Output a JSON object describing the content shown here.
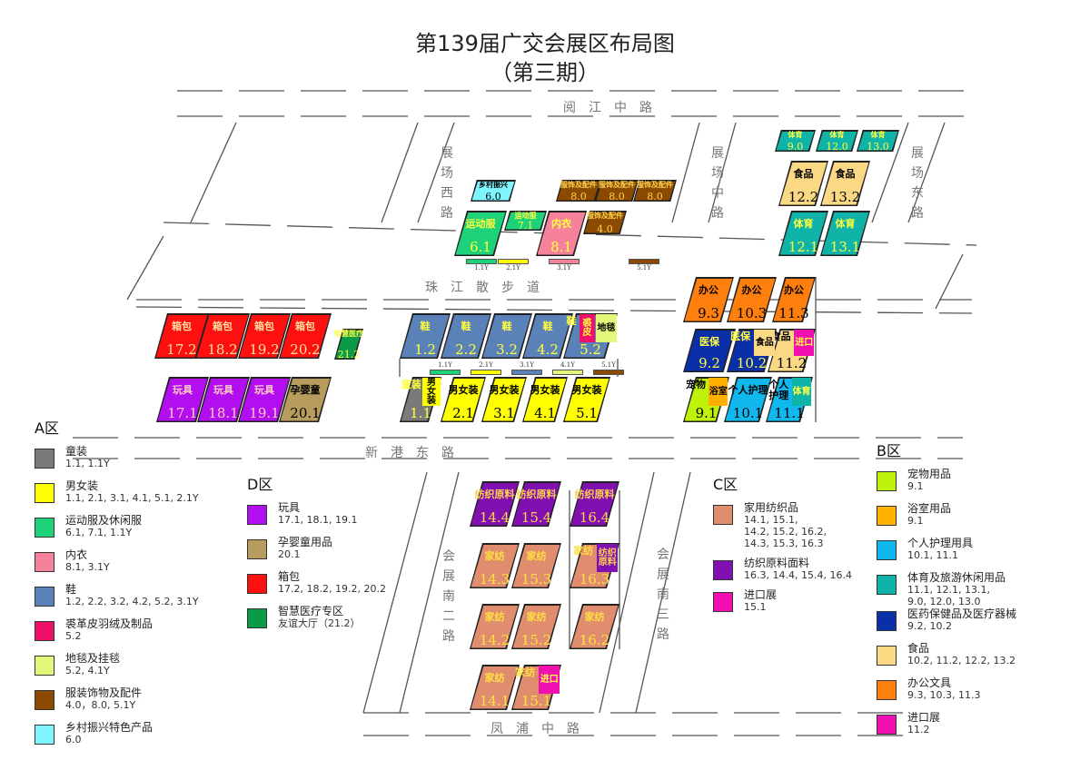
{
  "title": "第139届广交会展区布局图",
  "subtitle": "（第三期）",
  "roads": [
    "阅江中路",
    "展场西路",
    "展场中路",
    "展场东路",
    "珠江散步道",
    "新港东路",
    "会展南二路",
    "会展南三路",
    "凤浦中路"
  ],
  "booths": [
    {
      "id": "6.0",
      "label": "乡村振兴",
      "color": "#7ff5ff",
      "text": "#000"
    },
    {
      "id": "8.0a",
      "num": "8.0",
      "label": "服饰及配件",
      "color": "#8b4a00",
      "text": "#ffd24d"
    },
    {
      "id": "8.0b",
      "num": "8.0",
      "label": "服饰及配件",
      "color": "#8b4a00",
      "text": "#ffd24d"
    },
    {
      "id": "8.0c",
      "num": "8.0",
      "label": "服饰及配件",
      "color": "#8b4a00",
      "text": "#ffd24d"
    },
    {
      "id": "6.1",
      "label": "运动服",
      "color": "#1ed27a",
      "text": "#ffff40"
    },
    {
      "id": "7.1",
      "label": "运动服",
      "color": "#1ed27a",
      "text": "#ffff40"
    },
    {
      "id": "8.1",
      "label": "内衣",
      "color": "#f5829a",
      "text": "#ffff40"
    },
    {
      "id": "4.0",
      "label": "服饰及配件",
      "color": "#8b4a00",
      "text": "#ffd24d"
    },
    {
      "id": "1.2",
      "label": "鞋",
      "color": "#5b82b8",
      "text": "#ffff40"
    },
    {
      "id": "2.2",
      "label": "鞋",
      "color": "#5b82b8",
      "text": "#ffff40"
    },
    {
      "id": "3.2",
      "label": "鞋",
      "color": "#5b82b8",
      "text": "#ffff40"
    },
    {
      "id": "4.2",
      "label": "鞋",
      "color": "#5b82b8",
      "text": "#ffff40"
    },
    {
      "id": "5.2",
      "label": "鞋",
      "color": "#5b82b8",
      "text": "#ffff40",
      "parts": [
        {
          "label": "裘皮",
          "color": "#f0106a",
          "text": "#ffff40"
        },
        {
          "label": "地毯",
          "color": "#e4f77a",
          "text": "#000"
        }
      ]
    },
    {
      "id": "1.1",
      "label": "童装",
      "color": "#7a7a7a",
      "text": "#ffff40",
      "parts": [
        {
          "label": "男女装",
          "color": "#ffff00",
          "text": "#000"
        }
      ]
    },
    {
      "id": "2.1",
      "label": "男女装",
      "color": "#ffff00",
      "text": "#000"
    },
    {
      "id": "3.1",
      "label": "男女装",
      "color": "#ffff00",
      "text": "#000"
    },
    {
      "id": "4.1",
      "label": "男女装",
      "color": "#ffff00",
      "text": "#000"
    },
    {
      "id": "5.1",
      "label": "男女装",
      "color": "#ffff00",
      "text": "#000"
    },
    {
      "id": "17.2",
      "label": "箱包",
      "color": "#ff1010",
      "text": "#ffe0a0"
    },
    {
      "id": "18.2",
      "label": "箱包",
      "color": "#ff1010",
      "text": "#ffe0a0"
    },
    {
      "id": "19.2",
      "label": "箱包",
      "color": "#ff1010",
      "text": "#ffe0a0"
    },
    {
      "id": "20.2",
      "label": "箱包",
      "color": "#ff1010",
      "text": "#ffe0a0"
    },
    {
      "id": "21.2",
      "label": "智慧医疗",
      "color": "#0a9a48",
      "text": "#ffff40"
    },
    {
      "id": "17.1",
      "label": "玩具",
      "color": "#b20ef0",
      "text": "#ffc8c8"
    },
    {
      "id": "18.1",
      "label": "玩具",
      "color": "#b20ef0",
      "text": "#ffc8c8"
    },
    {
      "id": "19.1",
      "label": "玩具",
      "color": "#b20ef0",
      "text": "#ffc8c8"
    },
    {
      "id": "20.1",
      "label": "孕婴童",
      "color": "#b89c5e",
      "text": "#000"
    },
    {
      "id": "9.0",
      "label": "体育",
      "color": "#10b3a8",
      "text": "#ffff40"
    },
    {
      "id": "12.0",
      "label": "体育",
      "color": "#10b3a8",
      "text": "#ffff40"
    },
    {
      "id": "13.0",
      "label": "体育",
      "color": "#10b3a8",
      "text": "#ffff40"
    },
    {
      "id": "12.2",
      "label": "食品",
      "color": "#fbd884",
      "text": "#000"
    },
    {
      "id": "13.2",
      "label": "食品",
      "color": "#fbd884",
      "text": "#000"
    },
    {
      "id": "12.1",
      "label": "体育",
      "color": "#10b3a8",
      "text": "#ffff40"
    },
    {
      "id": "13.1",
      "label": "体育",
      "color": "#10b3a8",
      "text": "#ffff40"
    },
    {
      "id": "9.3",
      "label": "办公",
      "color": "#ff7f0e",
      "text": "#000"
    },
    {
      "id": "10.3",
      "label": "办公",
      "color": "#ff7f0e",
      "text": "#000"
    },
    {
      "id": "11.3",
      "label": "办公",
      "color": "#ff7f0e",
      "text": "#000"
    },
    {
      "id": "9.2",
      "label": "医保",
      "color": "#0a2fa8",
      "text": "#ffff40"
    },
    {
      "id": "10.2",
      "label": "医保",
      "color": "#0a2fa8",
      "text": "#ffff40",
      "parts": [
        {
          "label": "食品",
          "color": "#fbd884",
          "text": "#000"
        }
      ]
    },
    {
      "id": "11.2",
      "label": "食品",
      "color": "#fbd884",
      "text": "#000",
      "parts": [
        {
          "label": "进口",
          "color": "#f010b0",
          "text": "#ffff40"
        }
      ]
    },
    {
      "id": "9.1",
      "label": "宠物",
      "color": "#bff20a",
      "text": "#000",
      "parts": [
        {
          "label": "浴室",
          "color": "#ffb000",
          "text": "#000"
        }
      ]
    },
    {
      "id": "10.1",
      "label": "个人护理",
      "color": "#10b8ee",
      "text": "#000"
    },
    {
      "id": "11.1",
      "label": "个人护理",
      "color": "#10b8ee",
      "text": "#000",
      "parts": [
        {
          "label": "体育",
          "color": "#10b3a8",
          "text": "#ffff40"
        }
      ]
    },
    {
      "id": "14.4",
      "label": "纺织原料",
      "color": "#8010b0",
      "text": "#ffd24d"
    },
    {
      "id": "15.4",
      "label": "纺织原料",
      "color": "#8010b0",
      "text": "#ffd24d"
    },
    {
      "id": "16.4",
      "label": "纺织原料",
      "color": "#8010b0",
      "text": "#ffd24d"
    },
    {
      "id": "14.3",
      "label": "家纺",
      "color": "#e08c6e",
      "text": "#ffe040"
    },
    {
      "id": "15.3",
      "label": "家纺",
      "color": "#e08c6e",
      "text": "#ffe040"
    },
    {
      "id": "16.3",
      "label": "家纺",
      "color": "#e08c6e",
      "text": "#ffe040",
      "parts": [
        {
          "label": "纺织原料",
          "color": "#8010b0",
          "text": "#ffd24d"
        }
      ]
    },
    {
      "id": "14.2",
      "label": "家纺",
      "color": "#e08c6e",
      "text": "#ffe040"
    },
    {
      "id": "15.2",
      "label": "家纺",
      "color": "#e08c6e",
      "text": "#ffe040"
    },
    {
      "id": "16.2",
      "label": "家纺",
      "color": "#e08c6e",
      "text": "#ffe040"
    },
    {
      "id": "14.1",
      "label": "家纺",
      "color": "#e08c6e",
      "text": "#ffe040"
    },
    {
      "id": "15.1",
      "label": "家纺",
      "color": "#e08c6e",
      "text": "#ffe040",
      "parts": [
        {
          "label": "进口",
          "color": "#f010b0",
          "text": "#ffff40"
        }
      ]
    }
  ],
  "tags": [
    {
      "label": "1.1Y",
      "color": "#1ed27a"
    },
    {
      "label": "2.1Y",
      "color": "#ffff00"
    },
    {
      "label": "3.1Y",
      "color": "#f5829a"
    },
    {
      "label": "5.1Y",
      "color": "#8b4a00"
    },
    {
      "label": "1.1Y",
      "color": "#1ed27a"
    },
    {
      "label": "2.1Y",
      "color": "#ffff00"
    },
    {
      "label": "3.1Y",
      "color": "#5b82b8"
    },
    {
      "label": "4.1Y",
      "color": "#e4f77a"
    },
    {
      "label": "5.1Y",
      "color": "#8b4a00"
    }
  ],
  "legends": {
    "A": {
      "zone": "A区",
      "items": [
        {
          "name": "童装",
          "codes": "1.1, 1.1Y",
          "color": "#7a7a7a"
        },
        {
          "name": "男女装",
          "codes": "1.1, 2.1, 3.1, 4.1, 5.1, 2.1Y",
          "color": "#ffff00"
        },
        {
          "name": "运动服及休闲服",
          "codes": "6.1, 7.1, 1.1Y",
          "color": "#1ed27a"
        },
        {
          "name": "内衣",
          "codes": "8.1, 3.1Y",
          "color": "#f5829a"
        },
        {
          "name": "鞋",
          "codes": "1.2, 2.2, 3.2, 4.2, 5.2, 3.1Y",
          "color": "#5b82b8"
        },
        {
          "name": "裘革皮羽绒及制品",
          "codes": "5.2",
          "color": "#f0106a"
        },
        {
          "name": "地毯及挂毯",
          "codes": "5.2, 4.1Y",
          "color": "#e4f77a"
        },
        {
          "name": "服装饰物及配件",
          "codes": "4.0，8.0, 5.1Y",
          "color": "#8b4a00"
        },
        {
          "name": "乡村振兴特色产品",
          "codes": "6.0",
          "color": "#7ff5ff"
        }
      ]
    },
    "D": {
      "zone": "D区",
      "items": [
        {
          "name": "玩具",
          "codes": "17.1, 18.1, 19.1",
          "color": "#b20ef0"
        },
        {
          "name": "孕婴童用品",
          "codes": "20.1",
          "color": "#b89c5e"
        },
        {
          "name": "箱包",
          "codes": "17.2, 18.2, 19.2, 20.2",
          "color": "#ff1010"
        },
        {
          "name": "智慧医疗专区",
          "codes": "友谊大厅（21.2）",
          "color": "#0a9a48"
        }
      ]
    },
    "C": {
      "zone": "C区",
      "items": [
        {
          "name": "家用纺织品",
          "codes": "14.1, 15.1,\n14.2, 15.2, 16.2,\n14.3, 15.3, 16.3",
          "color": "#e08c6e"
        },
        {
          "name": "纺织原料面料",
          "codes": "16.3, 14.4, 15.4, 16.4",
          "color": "#8010b0"
        },
        {
          "name": "进口展",
          "codes": "15.1",
          "color": "#f010b0"
        }
      ]
    },
    "B": {
      "zone": "B区",
      "items": [
        {
          "name": "宠物用品",
          "codes": "9.1",
          "color": "#bff20a"
        },
        {
          "name": "浴室用品",
          "codes": "9.1",
          "color": "#ffb000"
        },
        {
          "name": "个人护理用具",
          "codes": "10.1, 11.1",
          "color": "#10b8ee"
        },
        {
          "name": "体育及旅游休闲用品",
          "codes": "11.1, 12.1, 13.1,\n9.0, 12.0, 13.0",
          "color": "#10b3a8"
        },
        {
          "name": "医药保健品及医疗器械",
          "codes": "9.2, 10.2",
          "color": "#0a2fa8"
        },
        {
          "name": "食品",
          "codes": "10.2, 11.2, 12.2, 13.2",
          "color": "#fbd884"
        },
        {
          "name": "办公文具",
          "codes": "9.3, 10.3, 11.3",
          "color": "#ff7f0e"
        },
        {
          "name": "进口展",
          "codes": "11.2",
          "color": "#f010b0"
        }
      ]
    }
  }
}
